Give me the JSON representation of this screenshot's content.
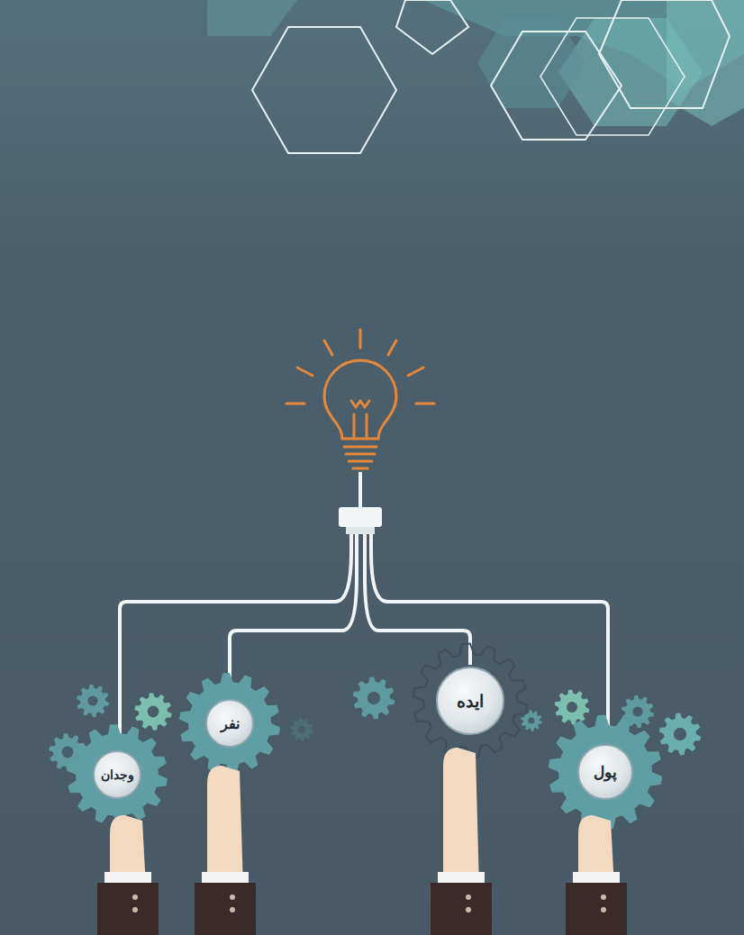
{
  "diagram": {
    "nodes": [
      {
        "text": [
          "پول"
        ]
      },
      {
        "text": [
          "ایده"
        ]
      },
      {
        "text": [
          "نفر"
        ]
      },
      {
        "text": [
          "وجدان"
        ]
      }
    ]
  }
}
